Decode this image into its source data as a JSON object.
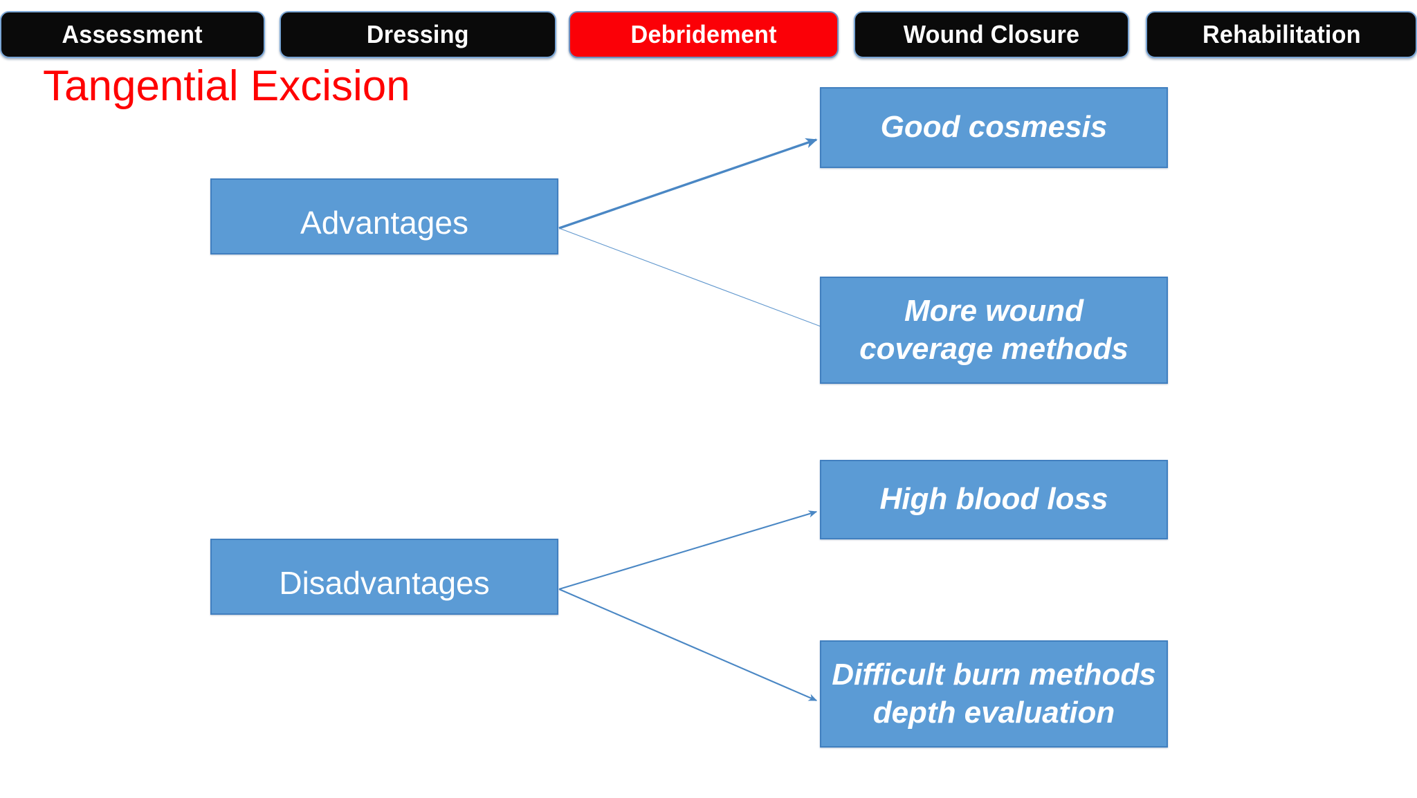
{
  "slide": {
    "title": "Tangential Excision",
    "title_color": "#ff0000",
    "background": "#ffffff"
  },
  "nav": {
    "active_index": 2,
    "active_color": "#fb0007",
    "inactive_color": "#0a0a0a",
    "label_color": "#ffffff",
    "tabs": [
      {
        "label": "Assessment",
        "state": "inactive"
      },
      {
        "label": "Dressing",
        "state": "inactive"
      },
      {
        "label": "Debridement",
        "state": "active"
      },
      {
        "label": "Wound Closure",
        "state": "inactive"
      },
      {
        "label": "Rehabilitation",
        "state": "inactive"
      }
    ]
  },
  "diagram": {
    "node_fill": "#5b9bd5",
    "node_border": "#417fbf",
    "node_text_color": "#ffffff",
    "connector_color": "#4a87c4",
    "parents": [
      {
        "id": "advantages",
        "label": "Advantages"
      },
      {
        "id": "disadvantages",
        "label": "Disadvantages"
      }
    ],
    "leaves": [
      {
        "id": "good-cosmesis",
        "label": "Good cosmesis",
        "parent": "advantages"
      },
      {
        "id": "more-coverage",
        "label": "More wound\ncoverage methods",
        "parent": "advantages"
      },
      {
        "id": "blood-loss",
        "label": "High blood loss",
        "parent": "disadvantages"
      },
      {
        "id": "depth-eval",
        "label": "Difficult burn methods\ndepth evaluation",
        "parent": "disadvantages"
      }
    ],
    "connectors": [
      {
        "from": "advantages",
        "to": "good-cosmesis",
        "weight": "thick",
        "arrowhead": true
      },
      {
        "from": "advantages",
        "to": "more-coverage",
        "weight": "hairline",
        "arrowhead": false
      },
      {
        "from": "disadvantages",
        "to": "blood-loss",
        "weight": "medium",
        "arrowhead": true
      },
      {
        "from": "disadvantages",
        "to": "depth-eval",
        "weight": "medium",
        "arrowhead": true
      }
    ]
  }
}
